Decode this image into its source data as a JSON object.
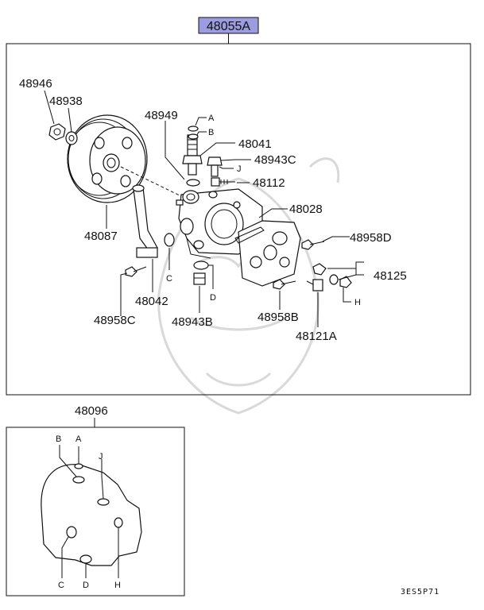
{
  "assembly_label": "48055A",
  "diagram_code": "3ES5P71",
  "parts": {
    "p48946": "48946",
    "p48938": "48938",
    "p48949": "48949",
    "p48041": "48041",
    "p48943C": "48943C",
    "p48112": "48112",
    "p48028": "48028",
    "p48958D": "48958D",
    "p48125": "48125",
    "p48087": "48087",
    "p48042": "48042",
    "p48958C": "48958C",
    "p48943B": "48943B",
    "p48958B": "48958B",
    "p48121A": "48121A",
    "p48096": "48096"
  },
  "callouts": {
    "a": "A",
    "b": "B",
    "c": "C",
    "d": "D",
    "h": "H",
    "j": "J"
  }
}
